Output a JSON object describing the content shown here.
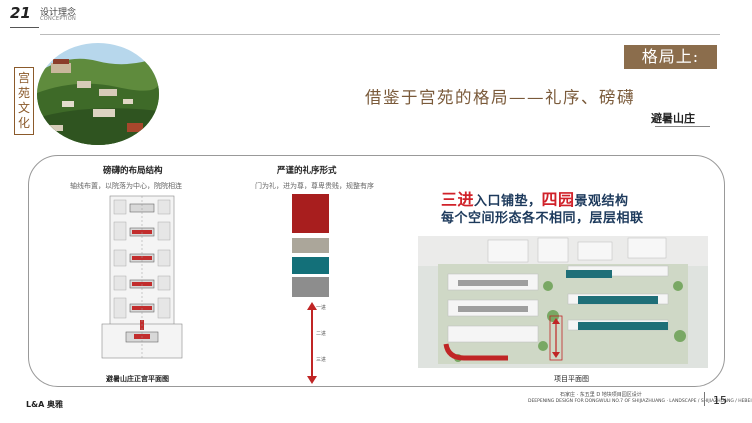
{
  "header": {
    "page_number": "21",
    "section_cn": "设计理念",
    "section_en": "CONCEPTION"
  },
  "side_title": "宫苑文化",
  "banner": "格局上:",
  "headline": "借鉴于宫苑的格局——礼序、磅礴",
  "subhead": "避暑山庄",
  "columns": {
    "layout": {
      "title": "磅礴的布局结构",
      "desc": "轴线布置，以院落为中心，院院相连",
      "caption": "避暑山庄正宫平面图"
    },
    "order": {
      "title": "严谨的礼序形式",
      "desc": "门为礼，进为尊，尊卑贵贱，规整有序",
      "steps": [
        "一进",
        "二进",
        "三进"
      ],
      "swatch_colors": [
        "#a81e1e",
        "#aba69a",
        "#137079",
        "#8d8d8d"
      ]
    }
  },
  "slogan": {
    "line1_emph1": "三进",
    "line1_mid": "入口铺垫，",
    "line1_emph2": "四园",
    "line1_end": "景观结构",
    "line2": "每个空间形态各不相同，层层相联"
  },
  "site_caption": "项目平面图",
  "footer": {
    "logo": "L&A 奥雅",
    "project_cn": "石家庄 · 东五里 D 地块项目园区设计",
    "project_en": "DEEPENING DESIGN FOR DONGWULI NO.7 OF SHIJIAZHUANG · LANDSCAPE / SHIJIAZHUANG / HEBEI",
    "page": "15"
  }
}
